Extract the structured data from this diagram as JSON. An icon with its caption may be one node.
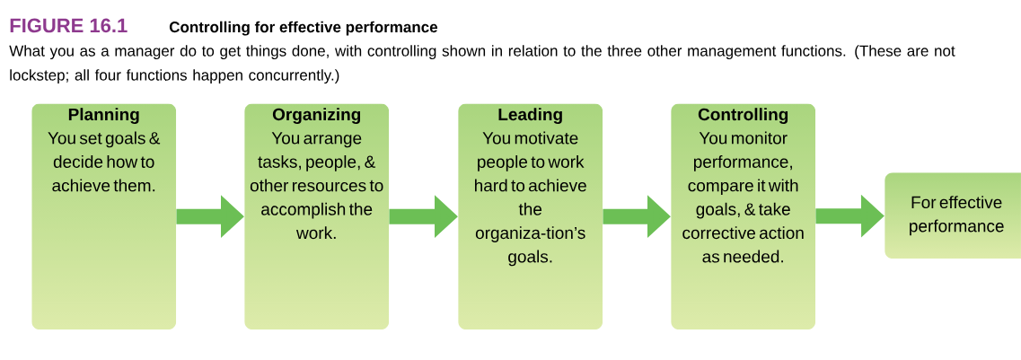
{
  "diagram": {
    "title": "Controlling for effective performance",
    "caption": "What you as a manager do to get things done, with controlling shown in relation to the three other management functions. (These are not lockstep; all four functions happen concurrently.)",
    "nodes": [
      {
        "text": [
          "Planning",
          "You set goals & decide how to achieve them."
        ]
      },
      {
        "text": [
          "Organizing",
          "You arrange tasks, people, & other resources to accomplish the work."
        ]
      },
      {
        "text": [
          "Leading",
          "You motivate people to work hard to achieve the organiza-tion’s goals."
        ]
      },
      {
        "text": [
          "Controlling",
          "You monitor performance, compare it with goals, & take corrective action as needed."
        ]
      },
      {
        "text": [
          "For effective performance"
        ]
      }
    ],
    "edges": [
      {
        "from": 0,
        "to": 1,
        "arrow": "to"
      },
      {
        "from": 1,
        "to": 2,
        "arrow": "to"
      },
      {
        "from": 2,
        "to": 3,
        "arrow": "to"
      },
      {
        "from": 3,
        "to": 4,
        "arrow": "to"
      }
    ],
    "labels": [
      "FIGURE 16.1"
    ]
  }
}
